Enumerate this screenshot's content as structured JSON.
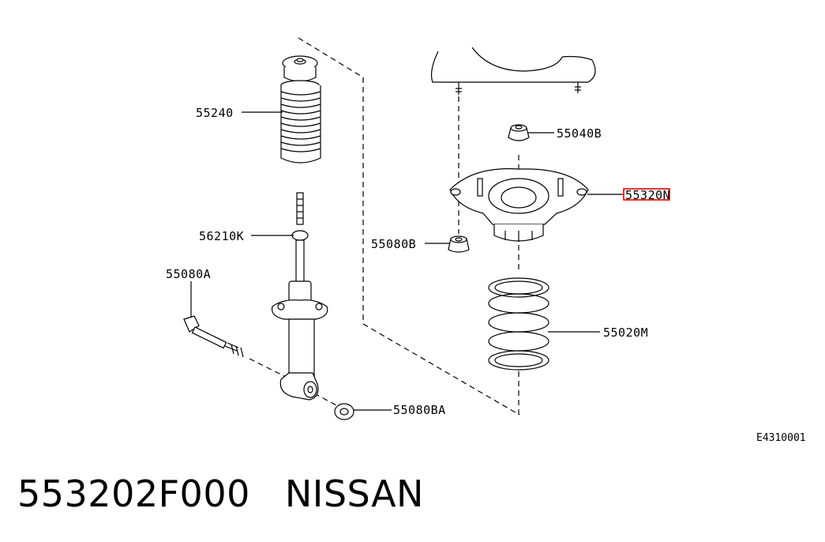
{
  "diagram": {
    "callouts": {
      "bump_stop_boot": "55240",
      "rod_bushing": "56210K",
      "bolt": "55080A",
      "upper_nut": "55040B",
      "mount_insulator": "55320N",
      "mount_nut": "55080B",
      "spring": "55020M",
      "lower_nut": "55080BA"
    },
    "highlighted_callout": "55320N",
    "highlight_color": "#e00000",
    "figure_code": "E4310001"
  },
  "footer": {
    "part_number": "553202F000",
    "brand": "NISSAN"
  }
}
